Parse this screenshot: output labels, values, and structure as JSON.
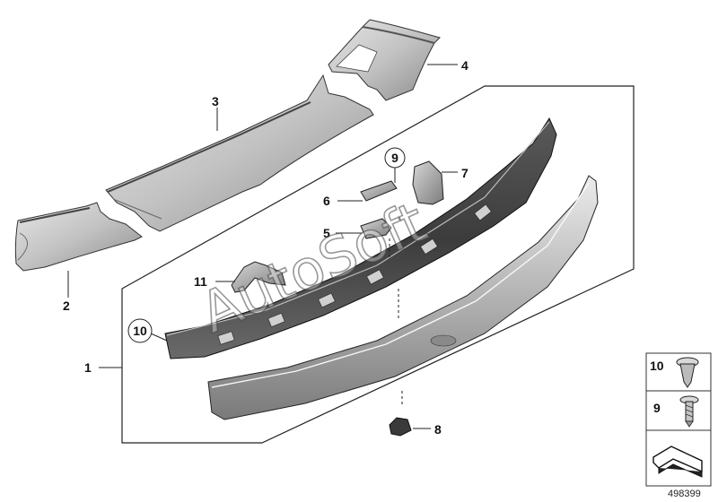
{
  "callouts": {
    "c1": "1",
    "c2": "2",
    "c3": "3",
    "c4": "4",
    "c5": "5",
    "c6": "6",
    "c7": "7",
    "c8": "8",
    "c9": "9",
    "c10": "10",
    "c11": "11"
  },
  "legend": {
    "item_10": "10",
    "item_9": "9"
  },
  "reference_number": "498399",
  "watermark": "AutoSoft",
  "colors": {
    "part_light": "#dcdcdc",
    "part_mid": "#b4b4b4",
    "part_dark": "#6e6e6e",
    "outline": "#222222"
  }
}
